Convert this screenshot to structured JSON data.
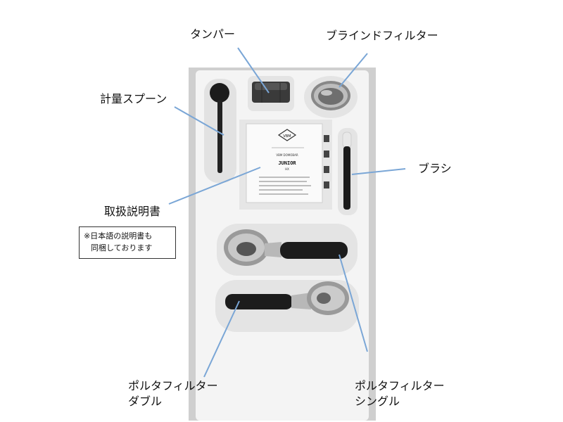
{
  "labels": {
    "tamper": "タンパー",
    "blind_filter": "ブラインドフィルター",
    "measuring_spoon": "計量スプーン",
    "brush": "ブラシ",
    "manual": "取扱説明書",
    "note_line1": "※日本語の説明書も",
    "note_line2": "同梱しております",
    "double_line1": "ポルタフィルター",
    "double_line2": "ダブル",
    "single_line1": "ポルタフィルター",
    "single_line2": "シングル"
  },
  "manual_card": {
    "logo": "VBM",
    "brand": "VBM DOMOBAR",
    "model": "JUNIOR",
    "model_sub": "HX"
  },
  "colors": {
    "leader_line": "#7aa6d6",
    "tray": "#f2f2f2",
    "frame": "#d8d8d8"
  }
}
